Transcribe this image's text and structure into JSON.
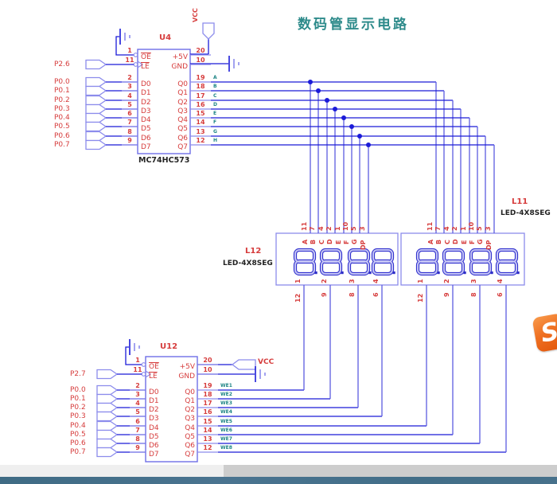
{
  "title": "数码管显示电路",
  "watermark": "S",
  "colors": {
    "wire": "#1b1bd8",
    "pin": "#8c8cec",
    "body": "#6e6ee6",
    "text_red": "#d63c3c",
    "net_teal": "#1e8585",
    "title_teal": "#2e8b8b",
    "bar_steel": "#46708c",
    "logo_orange": "#ef7022"
  },
  "u4": {
    "ref": "U4",
    "part": "MC74HC573",
    "vcc_label": "VCC",
    "left_pins": [
      {
        "num": "1",
        "name": "OE"
      },
      {
        "num": "11",
        "name": "LE"
      },
      {
        "num": "2",
        "name": "D0"
      },
      {
        "num": "3",
        "name": "D1"
      },
      {
        "num": "4",
        "name": "D2"
      },
      {
        "num": "5",
        "name": "D3"
      },
      {
        "num": "6",
        "name": "D4"
      },
      {
        "num": "7",
        "name": "D5"
      },
      {
        "num": "8",
        "name": "D6"
      },
      {
        "num": "9",
        "name": "D7"
      }
    ],
    "right_pins": [
      {
        "num": "20",
        "name": "+5V",
        "net": ""
      },
      {
        "num": "10",
        "name": "GND",
        "net": ""
      },
      {
        "num": "19",
        "name": "Q0",
        "net": "A"
      },
      {
        "num": "18",
        "name": "Q1",
        "net": "B"
      },
      {
        "num": "17",
        "name": "Q2",
        "net": "C"
      },
      {
        "num": "16",
        "name": "Q3",
        "net": "D"
      },
      {
        "num": "15",
        "name": "Q4",
        "net": "E"
      },
      {
        "num": "14",
        "name": "Q5",
        "net": "F"
      },
      {
        "num": "13",
        "name": "Q6",
        "net": "G"
      },
      {
        "num": "12",
        "name": "Q7",
        "net": "H"
      }
    ],
    "inputs": [
      "P2.6",
      "P0.0",
      "P0.1",
      "P0.2",
      "P0.3",
      "P0.4",
      "P0.5",
      "P0.6",
      "P0.7"
    ]
  },
  "u12": {
    "ref": "U12",
    "vcc_label": "VCC",
    "left_pins": [
      {
        "num": "1",
        "name": "OE"
      },
      {
        "num": "11",
        "name": "LE"
      },
      {
        "num": "2",
        "name": "D0"
      },
      {
        "num": "3",
        "name": "D1"
      },
      {
        "num": "4",
        "name": "D2"
      },
      {
        "num": "5",
        "name": "D3"
      },
      {
        "num": "6",
        "name": "D4"
      },
      {
        "num": "7",
        "name": "D5"
      },
      {
        "num": "8",
        "name": "D6"
      },
      {
        "num": "9",
        "name": "D7"
      }
    ],
    "right_pins": [
      {
        "num": "20",
        "name": "+5V",
        "net": ""
      },
      {
        "num": "10",
        "name": "GND",
        "net": ""
      },
      {
        "num": "19",
        "name": "Q0",
        "net": "WE1"
      },
      {
        "num": "18",
        "name": "Q1",
        "net": "WE2"
      },
      {
        "num": "17",
        "name": "Q2",
        "net": "WE3"
      },
      {
        "num": "16",
        "name": "Q3",
        "net": "WE4"
      },
      {
        "num": "15",
        "name": "Q4",
        "net": "WE5"
      },
      {
        "num": "14",
        "name": "Q5",
        "net": "WE6"
      },
      {
        "num": "13",
        "name": "Q6",
        "net": "WE7"
      },
      {
        "num": "12",
        "name": "Q7",
        "net": "WE8"
      }
    ],
    "inputs": [
      "P2.7",
      "P0.0",
      "P0.1",
      "P0.2",
      "P0.3",
      "P0.4",
      "P0.5",
      "P0.6",
      "P0.7"
    ]
  },
  "l12": {
    "ref": "L12",
    "part": "LED-4X8SEG",
    "top_pin_numbers": [
      "11",
      "7",
      "4",
      "2",
      "1",
      "10",
      "5",
      "3"
    ],
    "top_pin_names": [
      "A",
      "B",
      "C",
      "D",
      "E",
      "F",
      "G",
      "DP"
    ],
    "digit_labels": [
      "1",
      "2",
      "3",
      "4"
    ],
    "bottom_pin_numbers": [
      "12",
      "9",
      "8",
      "6"
    ]
  },
  "l11": {
    "ref": "L11",
    "part": "LED-4X8SEG",
    "top_pin_numbers": [
      "11",
      "7",
      "4",
      "2",
      "1",
      "10",
      "5",
      "3"
    ],
    "top_pin_names": [
      "A",
      "B",
      "C",
      "D",
      "E",
      "F",
      "G",
      "DP"
    ],
    "digit_labels": [
      "1",
      "2",
      "3",
      "4"
    ],
    "bottom_pin_numbers": [
      "12",
      "9",
      "8",
      "6"
    ]
  }
}
